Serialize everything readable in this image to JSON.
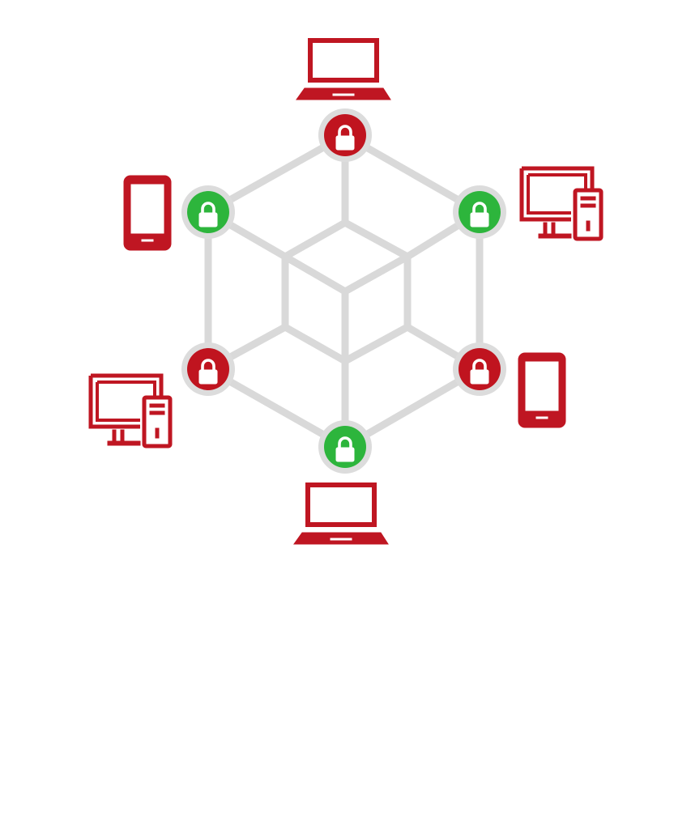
{
  "colors": {
    "background": "#ffffff",
    "edge": "#d9d9d9",
    "node_ring": "#dcdcdc",
    "locked": "#c0141f",
    "unlocked": "#2db53c",
    "device": "#bf1622",
    "lock_glyph": "#ffffff"
  },
  "nodes": [
    {
      "name": "node-top",
      "status": "locked",
      "icon": "lock-icon"
    },
    {
      "name": "node-upper-right",
      "status": "unlocked",
      "icon": "lock-icon"
    },
    {
      "name": "node-lower-right",
      "status": "locked",
      "icon": "lock-icon"
    },
    {
      "name": "node-bottom",
      "status": "unlocked",
      "icon": "lock-icon"
    },
    {
      "name": "node-lower-left",
      "status": "locked",
      "icon": "lock-icon"
    },
    {
      "name": "node-upper-left",
      "status": "unlocked",
      "icon": "lock-icon"
    }
  ],
  "devices": [
    {
      "name": "device-top",
      "icon": "laptop-icon"
    },
    {
      "name": "device-upper-right",
      "icon": "desktop-computer-icon"
    },
    {
      "name": "device-lower-right",
      "icon": "smartphone-icon"
    },
    {
      "name": "device-bottom",
      "icon": "laptop-icon"
    },
    {
      "name": "device-lower-left",
      "icon": "desktop-computer-icon"
    },
    {
      "name": "device-upper-left",
      "icon": "smartphone-icon"
    }
  ]
}
